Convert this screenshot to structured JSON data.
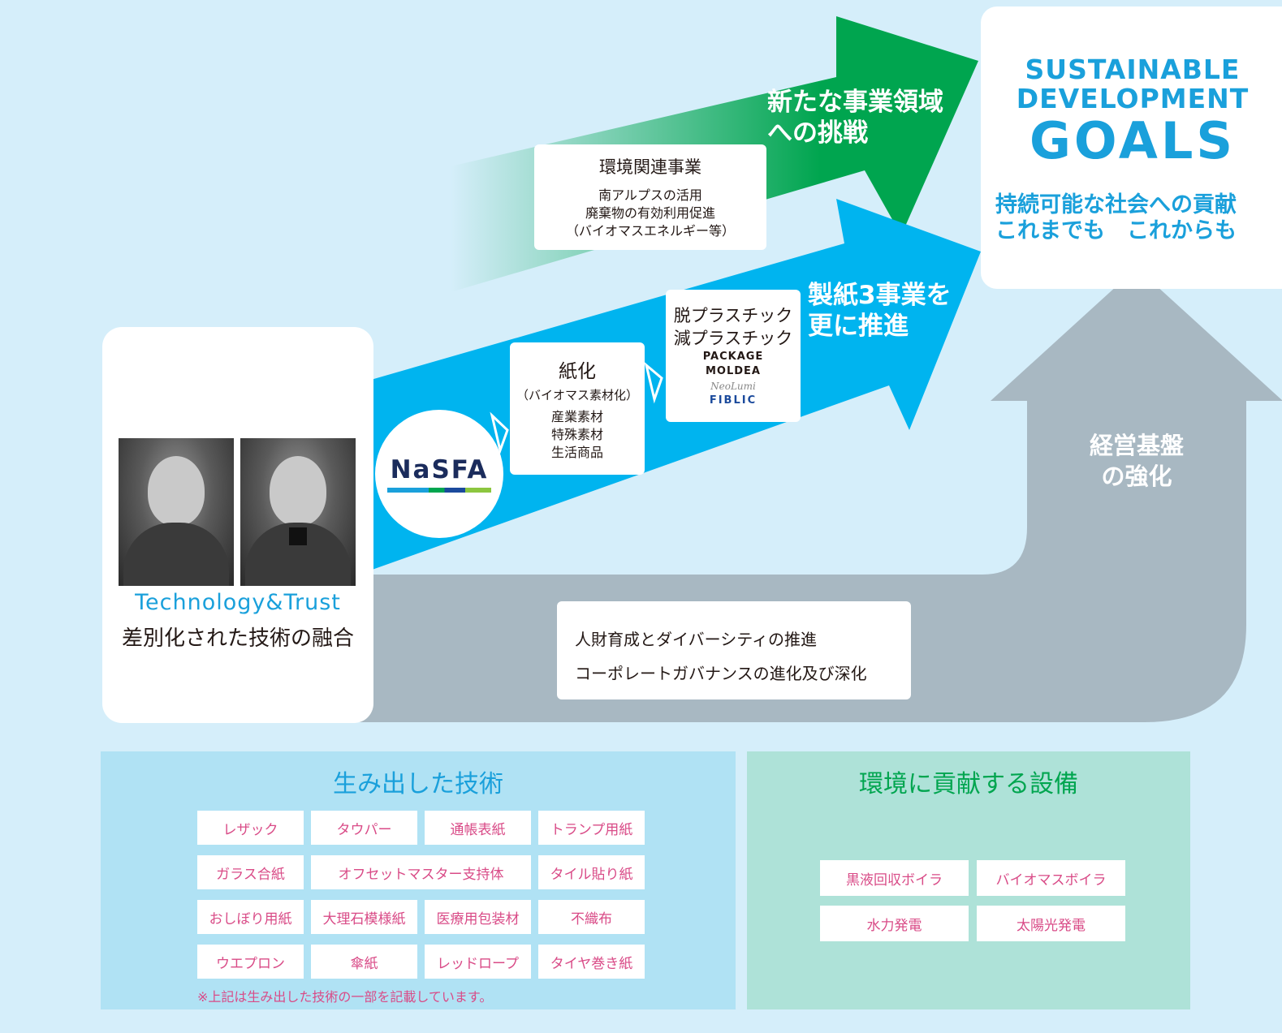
{
  "heritage": {
    "brand": "Technology&Trust",
    "caption": "差別化された技術の融合"
  },
  "nasfa": {
    "logo": "NaSFA"
  },
  "green_arrow": {
    "label_line1": "新たな事業領域",
    "label_line2": "への挑戦"
  },
  "env_business": {
    "title": "環境関連事業",
    "lines": [
      "南アルプスの活用",
      "廃棄物の有効利用促進",
      "（バイオマスエネルギー等）"
    ]
  },
  "blue_arrow": {
    "label_line1": "製紙3事業を",
    "label_line2": "更に推進"
  },
  "paper_box": {
    "title": "紙化",
    "subtitle": "（バイオマス素材化）",
    "lines": [
      "産業素材",
      "特殊素材",
      "生活商品"
    ]
  },
  "plastic_box": {
    "title_line1": "脱プラスチック",
    "title_line2": "減プラスチック",
    "brands": [
      "PACKAGE",
      "MOLDEA",
      "NeoLumi",
      "FIBLIC"
    ]
  },
  "sdg": {
    "logo_line1": "SUSTAINABLE",
    "logo_line2": "DEVELOPMENT",
    "logo_line3": "GOALS",
    "tagline1": "持続可能な社会への貢献",
    "tagline2": "これまでも　これからも"
  },
  "gray_arrow": {
    "label_line1": "経営基盤",
    "label_line2": "の強化"
  },
  "foundation_box": {
    "line1": "人財育成とダイバーシティの推進",
    "line2": "コーポレートガバナンスの進化及び深化"
  },
  "technologies": {
    "title": "生み出した技術",
    "items": [
      "レザック",
      "タウパー",
      "通帳表紙",
      "トランプ用紙",
      "ガラス合紙",
      "オフセットマスター支持体",
      "タイル貼り紙",
      "おしぼり用紙",
      "大理石模様紙",
      "医療用包装材",
      "不織布",
      "ウエプロン",
      "傘紙",
      "レッドロープ",
      "タイヤ巻き紙"
    ],
    "note": "※上記は生み出した技術の一部を記載しています。"
  },
  "equipment": {
    "title": "環境に貢献する設備",
    "items": [
      "黒液回収ボイラ",
      "バイオマスボイラ",
      "水力発電",
      "太陽光発電"
    ]
  },
  "colors": {
    "background": "#d5eefa",
    "green": "#00a54f",
    "blue": "#00b4ef",
    "gray": "#a8b8c2",
    "accent_blue": "#1aa0db",
    "pink": "#d94b87",
    "tech_panel": "#b0e2f4",
    "equip_panel": "#aee2d8"
  }
}
